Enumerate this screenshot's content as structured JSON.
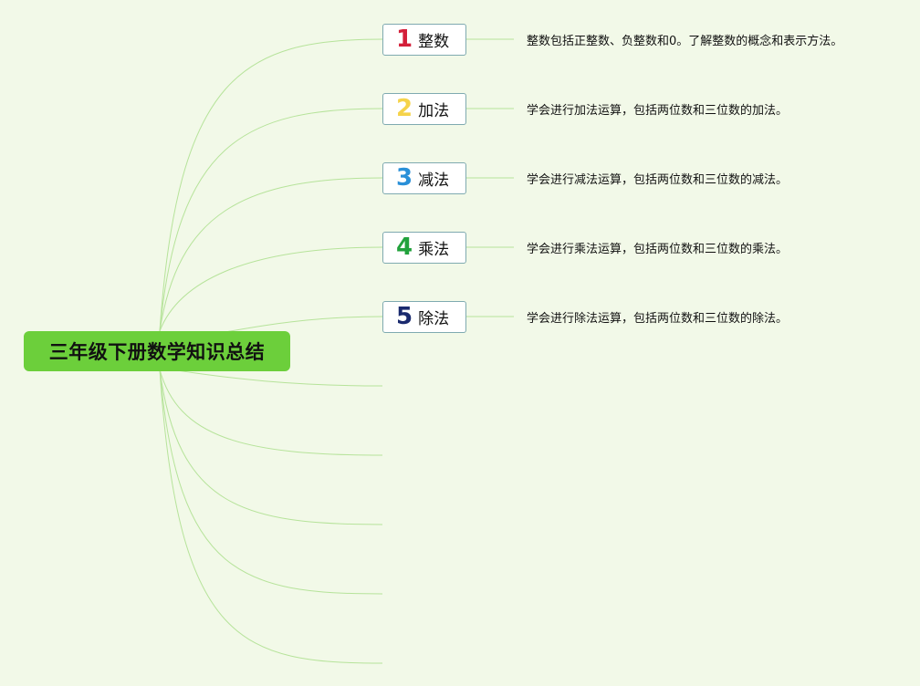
{
  "root": {
    "title": "三年级下册数学知识总结"
  },
  "topics": [
    {
      "number": "1",
      "label": "整数",
      "number_color": "#d41f3a",
      "description": "整数包括正整数、负整数和0。了解整数的概念和表示方法。"
    },
    {
      "number": "2",
      "label": "加法",
      "number_color": "#f5d34a",
      "description": "学会进行加法运算，包括两位数和三位数的加法。"
    },
    {
      "number": "3",
      "label": "减法",
      "number_color": "#2a90d8",
      "description": "学会进行减法运算，包括两位数和三位数的减法。"
    },
    {
      "number": "4",
      "label": "乘法",
      "number_color": "#22a23c",
      "description": "学会进行乘法运算，包括两位数和三位数的乘法。"
    },
    {
      "number": "5",
      "label": "除法",
      "number_color": "#1a2a6e",
      "description": "学会进行除法运算，包括两位数和三位数的除法。"
    }
  ],
  "empty_branch_count": 5,
  "colors": {
    "background": "#f2f9e8",
    "root_fill": "#6ccf3b",
    "edge": "#b6e39a",
    "topic_border": "#7faab0"
  }
}
